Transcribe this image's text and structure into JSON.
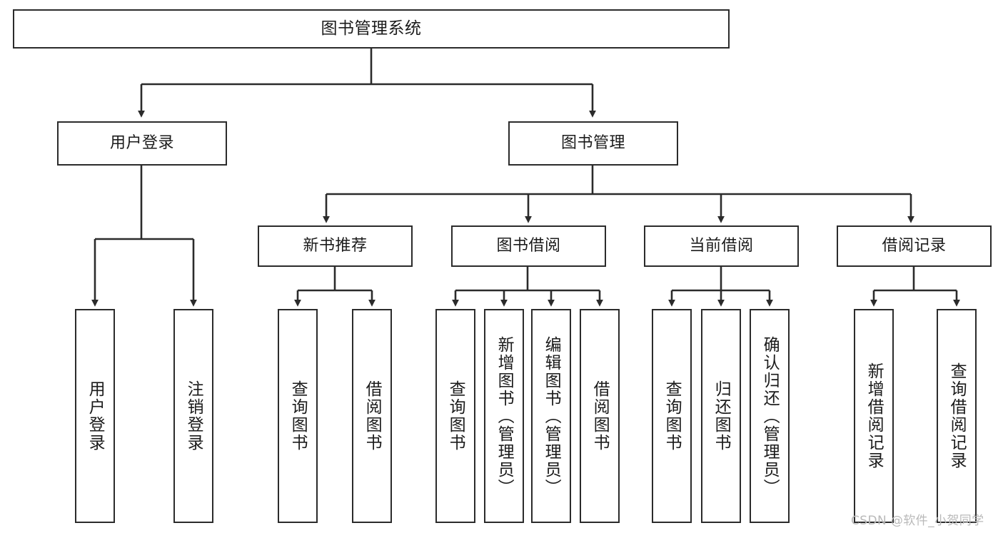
{
  "diagram": {
    "title": "图书管理系统",
    "type": "function-structure-tree",
    "watermark": "CSDN @软件_小贺同学",
    "colors": {
      "stroke": "#2b2b2b",
      "fill": "#ffffff",
      "text": "#1b1b1b",
      "watermark": "#b9b9b9"
    },
    "levels": {
      "root": {
        "label": "图书管理系统"
      },
      "level2": [
        {
          "label": "用户登录"
        },
        {
          "label": "图书管理"
        }
      ],
      "level3": [
        {
          "label": "新书推荐"
        },
        {
          "label": "图书借阅"
        },
        {
          "label": "当前借阅"
        },
        {
          "label": "借阅记录"
        }
      ],
      "leaves": {
        "under_user_login": [
          {
            "label": "用户登录"
          },
          {
            "label": "注销登录"
          }
        ],
        "under_new_book_recommend": [
          {
            "label": "查询图书"
          },
          {
            "label": "借阅图书"
          }
        ],
        "under_book_borrow": [
          {
            "label": "查询图书"
          },
          {
            "label": "新增图书（管理员）"
          },
          {
            "label": "编辑图书（管理员）"
          },
          {
            "label": "借阅图书"
          }
        ],
        "under_current_borrow": [
          {
            "label": "查询图书"
          },
          {
            "label": "归还图书"
          },
          {
            "label": "确认归还（管理员）"
          }
        ],
        "under_borrow_record": [
          {
            "label": "新增借阅记录"
          },
          {
            "label": "查询借阅记录"
          }
        ]
      }
    }
  }
}
